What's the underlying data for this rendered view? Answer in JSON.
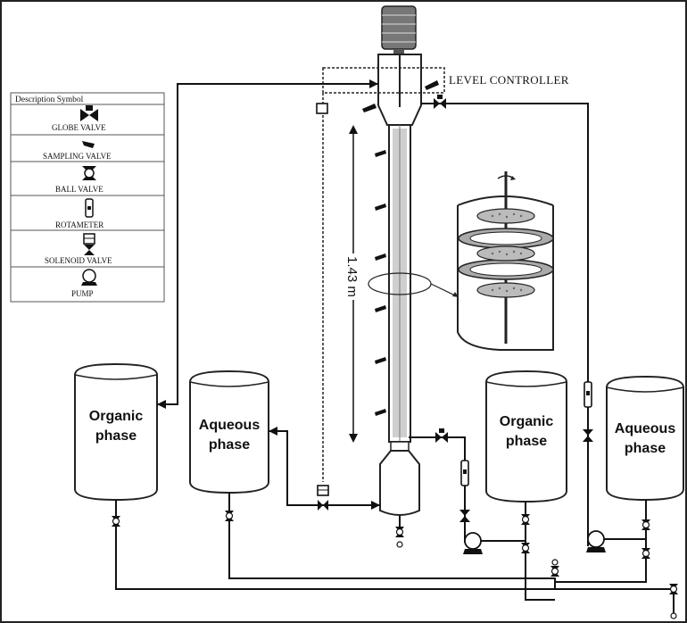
{
  "legend": {
    "header": "Description Symbol",
    "items": [
      {
        "label": "GLOBE VALVE",
        "icon": "globe-valve-icon"
      },
      {
        "label": "SAMPLING VALVE",
        "icon": "sampling-valve-icon"
      },
      {
        "label": "BALL VALVE",
        "icon": "ball-valve-icon"
      },
      {
        "label": "ROTAMETER",
        "icon": "rotameter-icon"
      },
      {
        "label": "SOLENOID VALVE",
        "icon": "solenoid-valve-icon"
      },
      {
        "label": "PUMP",
        "icon": "pump-icon"
      }
    ]
  },
  "level_controller_label": "LEVEL CONTROLLER",
  "column_height_label": "1.43 m",
  "tanks": {
    "organic_left": [
      "Organic",
      "phase"
    ],
    "aqueous_left": [
      "Aqueous",
      "phase"
    ],
    "organic_right": [
      "Organic",
      "phase"
    ],
    "aqueous_right": [
      "Aqueous",
      "phase"
    ]
  }
}
